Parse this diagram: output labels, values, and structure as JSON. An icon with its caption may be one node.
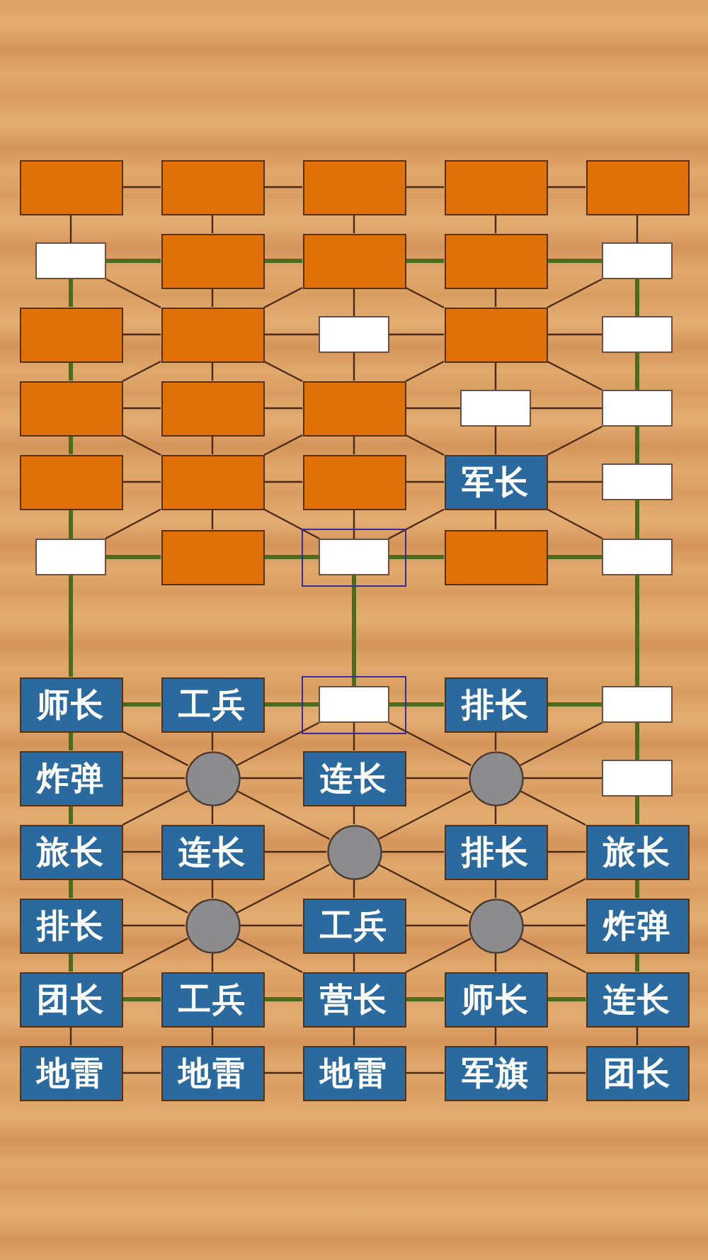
{
  "diagram": {
    "nodes": [
      {
        "text": [],
        "shape": "box"
      },
      {
        "text": [],
        "shape": "box"
      },
      {
        "text": [],
        "shape": "box"
      },
      {
        "text": [],
        "shape": "box"
      },
      {
        "text": [],
        "shape": "box"
      },
      {
        "text": [],
        "shape": "box"
      },
      {
        "text": [],
        "shape": "box"
      },
      {
        "text": [],
        "shape": "box"
      },
      {
        "text": [],
        "shape": "box"
      },
      {
        "text": [],
        "shape": "box"
      },
      {
        "text": [],
        "shape": "box"
      },
      {
        "text": [],
        "shape": "box"
      },
      {
        "text": [],
        "shape": "box"
      },
      {
        "text": [],
        "shape": "box"
      },
      {
        "text": [],
        "shape": "box"
      },
      {
        "text": [],
        "shape": "box"
      },
      {
        "text": [],
        "shape": "box"
      },
      {
        "text": [],
        "shape": "box"
      },
      {
        "text": [],
        "shape": "box"
      },
      {
        "text": [],
        "shape": "box"
      },
      {
        "text": [],
        "shape": "box"
      },
      {
        "text": [],
        "shape": "box"
      },
      {
        "text": [],
        "shape": "box"
      },
      {
        "text": [
          "军长"
        ]
      },
      {
        "text": [],
        "shape": "box"
      },
      {
        "text": [],
        "shape": "box"
      },
      {
        "text": [],
        "shape": "box"
      },
      {
        "text": [],
        "shape": "box"
      },
      {
        "text": [],
        "shape": "box"
      },
      {
        "text": [],
        "shape": "box"
      },
      {
        "text": [
          "师长"
        ]
      },
      {
        "text": [
          "工兵"
        ]
      },
      {
        "text": [],
        "shape": "box"
      },
      {
        "text": [
          "排长"
        ]
      },
      {
        "text": [],
        "shape": "box"
      },
      {
        "text": [
          "炸弹"
        ]
      },
      {
        "text": [],
        "shape": "circle"
      },
      {
        "text": [
          "连长"
        ]
      },
      {
        "text": [],
        "shape": "circle"
      },
      {
        "text": [],
        "shape": "box"
      },
      {
        "text": [
          "旅长"
        ]
      },
      {
        "text": [
          "连长"
        ]
      },
      {
        "text": [],
        "shape": "circle"
      },
      {
        "text": [
          "排长"
        ]
      },
      {
        "text": [
          "旅长"
        ]
      },
      {
        "text": [
          "排长"
        ]
      },
      {
        "text": [],
        "shape": "circle"
      },
      {
        "text": [
          "工兵"
        ]
      },
      {
        "text": [],
        "shape": "circle"
      },
      {
        "text": [
          "炸弹"
        ]
      },
      {
        "text": [
          "团长"
        ]
      },
      {
        "text": [
          "工兵"
        ]
      },
      {
        "text": [
          "营长"
        ]
      },
      {
        "text": [
          "师长"
        ]
      },
      {
        "text": [
          "连长"
        ]
      },
      {
        "text": [
          "地雷"
        ]
      },
      {
        "text": [
          "地雷"
        ]
      },
      {
        "text": [
          "地雷"
        ]
      },
      {
        "text": [
          "军旗"
        ]
      },
      {
        "text": [
          "团长"
        ]
      }
    ],
    "edges": [
      {
        "from": 0,
        "to": 1,
        "arrow": "none"
      },
      {
        "from": 1,
        "to": 2,
        "arrow": "none"
      },
      {
        "from": 2,
        "to": 3,
        "arrow": "none"
      },
      {
        "from": 3,
        "to": 4,
        "arrow": "none"
      },
      {
        "from": 5,
        "to": 6,
        "arrow": "none",
        "style": "thick",
        "color": "#4b6b1e"
      },
      {
        "from": 6,
        "to": 7,
        "arrow": "none",
        "style": "thick",
        "color": "#4b6b1e"
      },
      {
        "from": 7,
        "to": 8,
        "arrow": "none",
        "style": "thick",
        "color": "#4b6b1e"
      },
      {
        "from": 8,
        "to": 9,
        "arrow": "none",
        "style": "thick",
        "color": "#4b6b1e"
      },
      {
        "from": 10,
        "to": 11,
        "arrow": "none"
      },
      {
        "from": 11,
        "to": 12,
        "arrow": "none"
      },
      {
        "from": 12,
        "to": 13,
        "arrow": "none"
      },
      {
        "from": 13,
        "to": 14,
        "arrow": "none"
      },
      {
        "from": 15,
        "to": 16,
        "arrow": "none"
      },
      {
        "from": 16,
        "to": 17,
        "arrow": "none"
      },
      {
        "from": 17,
        "to": 18,
        "arrow": "none"
      },
      {
        "from": 18,
        "to": 19,
        "arrow": "none"
      },
      {
        "from": 20,
        "to": 21,
        "arrow": "none"
      },
      {
        "from": 21,
        "to": 22,
        "arrow": "none"
      },
      {
        "from": 22,
        "to": 23,
        "arrow": "none"
      },
      {
        "from": 23,
        "to": 24,
        "arrow": "none"
      },
      {
        "from": 25,
        "to": 26,
        "arrow": "none",
        "style": "thick",
        "color": "#4b6b1e"
      },
      {
        "from": 26,
        "to": 27,
        "arrow": "none",
        "style": "thick",
        "color": "#4b6b1e"
      },
      {
        "from": 27,
        "to": 28,
        "arrow": "none",
        "style": "thick",
        "color": "#4b6b1e"
      },
      {
        "from": 28,
        "to": 29,
        "arrow": "none",
        "style": "thick",
        "color": "#4b6b1e"
      },
      {
        "from": 30,
        "to": 31,
        "arrow": "none",
        "style": "thick",
        "color": "#4b6b1e"
      },
      {
        "from": 31,
        "to": 32,
        "arrow": "none",
        "style": "thick",
        "color": "#4b6b1e"
      },
      {
        "from": 32,
        "to": 33,
        "arrow": "none",
        "style": "thick",
        "color": "#4b6b1e"
      },
      {
        "from": 33,
        "to": 34,
        "arrow": "none",
        "style": "thick",
        "color": "#4b6b1e"
      },
      {
        "from": 35,
        "to": 36,
        "arrow": "none"
      },
      {
        "from": 36,
        "to": 37,
        "arrow": "none"
      },
      {
        "from": 37,
        "to": 38,
        "arrow": "none"
      },
      {
        "from": 38,
        "to": 39,
        "arrow": "none"
      },
      {
        "from": 40,
        "to": 41,
        "arrow": "none"
      },
      {
        "from": 41,
        "to": 42,
        "arrow": "none"
      },
      {
        "from": 42,
        "to": 43,
        "arrow": "none"
      },
      {
        "from": 43,
        "to": 44,
        "arrow": "none"
      },
      {
        "from": 45,
        "to": 46,
        "arrow": "none"
      },
      {
        "from": 46,
        "to": 47,
        "arrow": "none"
      },
      {
        "from": 47,
        "to": 48,
        "arrow": "none"
      },
      {
        "from": 48,
        "to": 49,
        "arrow": "none"
      },
      {
        "from": 50,
        "to": 51,
        "arrow": "none",
        "style": "thick",
        "color": "#4b6b1e"
      },
      {
        "from": 51,
        "to": 52,
        "arrow": "none",
        "style": "thick",
        "color": "#4b6b1e"
      },
      {
        "from": 52,
        "to": 53,
        "arrow": "none",
        "style": "thick",
        "color": "#4b6b1e"
      },
      {
        "from": 53,
        "to": 54,
        "arrow": "none",
        "style": "thick",
        "color": "#4b6b1e"
      },
      {
        "from": 55,
        "to": 56,
        "arrow": "none"
      },
      {
        "from": 56,
        "to": 57,
        "arrow": "none"
      },
      {
        "from": 57,
        "to": 58,
        "arrow": "none"
      },
      {
        "from": 58,
        "to": 59,
        "arrow": "none"
      },
      {
        "from": 0,
        "to": 5,
        "arrow": "none"
      },
      {
        "from": 1,
        "to": 6,
        "arrow": "none"
      },
      {
        "from": 2,
        "to": 7,
        "arrow": "none"
      },
      {
        "from": 3,
        "to": 8,
        "arrow": "none"
      },
      {
        "from": 4,
        "to": 9,
        "arrow": "none"
      },
      {
        "from": 5,
        "to": 10,
        "arrow": "none",
        "style": "thick",
        "color": "#4b6b1e"
      },
      {
        "from": 6,
        "to": 11,
        "arrow": "none"
      },
      {
        "from": 7,
        "to": 12,
        "arrow": "none"
      },
      {
        "from": 8,
        "to": 13,
        "arrow": "none"
      },
      {
        "from": 9,
        "to": 14,
        "arrow": "none",
        "style": "thick",
        "color": "#4b6b1e"
      },
      {
        "from": 10,
        "to": 15,
        "arrow": "none",
        "style": "thick",
        "color": "#4b6b1e"
      },
      {
        "from": 11,
        "to": 16,
        "arrow": "none"
      },
      {
        "from": 12,
        "to": 17,
        "arrow": "none"
      },
      {
        "from": 13,
        "to": 18,
        "arrow": "none"
      },
      {
        "from": 14,
        "to": 19,
        "arrow": "none",
        "style": "thick",
        "color": "#4b6b1e"
      },
      {
        "from": 15,
        "to": 20,
        "arrow": "none",
        "style": "thick",
        "color": "#4b6b1e"
      },
      {
        "from": 16,
        "to": 21,
        "arrow": "none"
      },
      {
        "from": 17,
        "to": 22,
        "arrow": "none"
      },
      {
        "from": 18,
        "to": 23,
        "arrow": "none"
      },
      {
        "from": 19,
        "to": 24,
        "arrow": "none",
        "style": "thick",
        "color": "#4b6b1e"
      },
      {
        "from": 20,
        "to": 25,
        "arrow": "none",
        "style": "thick",
        "color": "#4b6b1e"
      },
      {
        "from": 21,
        "to": 26,
        "arrow": "none"
      },
      {
        "from": 22,
        "to": 27,
        "arrow": "none"
      },
      {
        "from": 23,
        "to": 28,
        "arrow": "none"
      },
      {
        "from": 24,
        "to": 29,
        "arrow": "none",
        "style": "thick",
        "color": "#4b6b1e"
      },
      {
        "from": 25,
        "to": 30,
        "arrow": "none",
        "style": "thick",
        "color": "#4b6b1e"
      },
      {
        "from": 27,
        "to": 32,
        "arrow": "none",
        "style": "thick",
        "color": "#4b6b1e"
      },
      {
        "from": 29,
        "to": 34,
        "arrow": "none",
        "style": "thick",
        "color": "#4b6b1e"
      },
      {
        "from": 30,
        "to": 35,
        "arrow": "none",
        "style": "thick",
        "color": "#4b6b1e"
      },
      {
        "from": 31,
        "to": 36,
        "arrow": "none"
      },
      {
        "from": 32,
        "to": 37,
        "arrow": "none"
      },
      {
        "from": 33,
        "to": 38,
        "arrow": "none"
      },
      {
        "from": 34,
        "to": 39,
        "arrow": "none",
        "style": "thick",
        "color": "#4b6b1e"
      },
      {
        "from": 35,
        "to": 40,
        "arrow": "none",
        "style": "thick",
        "color": "#4b6b1e"
      },
      {
        "from": 36,
        "to": 41,
        "arrow": "none"
      },
      {
        "from": 37,
        "to": 42,
        "arrow": "none"
      },
      {
        "from": 38,
        "to": 43,
        "arrow": "none"
      },
      {
        "from": 39,
        "to": 44,
        "arrow": "none",
        "style": "thick",
        "color": "#4b6b1e"
      },
      {
        "from": 40,
        "to": 45,
        "arrow": "none",
        "style": "thick",
        "color": "#4b6b1e"
      },
      {
        "from": 41,
        "to": 46,
        "arrow": "none"
      },
      {
        "from": 42,
        "to": 47,
        "arrow": "none"
      },
      {
        "from": 43,
        "to": 48,
        "arrow": "none"
      },
      {
        "from": 44,
        "to": 49,
        "arrow": "none",
        "style": "thick",
        "color": "#4b6b1e"
      },
      {
        "from": 45,
        "to": 50,
        "arrow": "none",
        "style": "thick",
        "color": "#4b6b1e"
      },
      {
        "from": 46,
        "to": 51,
        "arrow": "none"
      },
      {
        "from": 47,
        "to": 52,
        "arrow": "none"
      },
      {
        "from": 48,
        "to": 53,
        "arrow": "none"
      },
      {
        "from": 49,
        "to": 54,
        "arrow": "none",
        "style": "thick",
        "color": "#4b6b1e"
      },
      {
        "from": 50,
        "to": 55,
        "arrow": "none"
      },
      {
        "from": 51,
        "to": 56,
        "arrow": "none"
      },
      {
        "from": 52,
        "to": 57,
        "arrow": "none"
      },
      {
        "from": 53,
        "to": 58,
        "arrow": "none"
      },
      {
        "from": 54,
        "to": 59,
        "arrow": "none"
      },
      {
        "from": 5,
        "to": 11,
        "arrow": "none"
      },
      {
        "from": 11,
        "to": 17,
        "arrow": "none"
      },
      {
        "from": 17,
        "to": 23,
        "arrow": "none"
      },
      {
        "from": 23,
        "to": 29,
        "arrow": "none"
      },
      {
        "from": 9,
        "to": 13,
        "arrow": "none"
      },
      {
        "from": 13,
        "to": 17,
        "arrow": "none"
      },
      {
        "from": 17,
        "to": 21,
        "arrow": "none"
      },
      {
        "from": 21,
        "to": 25,
        "arrow": "none"
      },
      {
        "from": 7,
        "to": 11,
        "arrow": "none"
      },
      {
        "from": 11,
        "to": 15,
        "arrow": "none"
      },
      {
        "from": 7,
        "to": 13,
        "arrow": "none"
      },
      {
        "from": 13,
        "to": 19,
        "arrow": "none"
      },
      {
        "from": 15,
        "to": 21,
        "arrow": "none"
      },
      {
        "from": 21,
        "to": 27,
        "arrow": "none"
      },
      {
        "from": 19,
        "to": 23,
        "arrow": "none"
      },
      {
        "from": 23,
        "to": 27,
        "arrow": "none"
      },
      {
        "from": 30,
        "to": 36,
        "arrow": "none"
      },
      {
        "from": 36,
        "to": 42,
        "arrow": "none"
      },
      {
        "from": 42,
        "to": 48,
        "arrow": "none"
      },
      {
        "from": 48,
        "to": 54,
        "arrow": "none"
      },
      {
        "from": 34,
        "to": 38,
        "arrow": "none"
      },
      {
        "from": 38,
        "to": 42,
        "arrow": "none"
      },
      {
        "from": 42,
        "to": 46,
        "arrow": "none"
      },
      {
        "from": 46,
        "to": 50,
        "arrow": "none"
      },
      {
        "from": 32,
        "to": 36,
        "arrow": "none"
      },
      {
        "from": 36,
        "to": 40,
        "arrow": "none"
      },
      {
        "from": 32,
        "to": 38,
        "arrow": "none"
      },
      {
        "from": 38,
        "to": 44,
        "arrow": "none"
      },
      {
        "from": 40,
        "to": 46,
        "arrow": "none"
      },
      {
        "from": 46,
        "to": 52,
        "arrow": "none"
      },
      {
        "from": 44,
        "to": 48,
        "arrow": "none"
      },
      {
        "from": 48,
        "to": 52,
        "arrow": "none"
      }
    ]
  }
}
